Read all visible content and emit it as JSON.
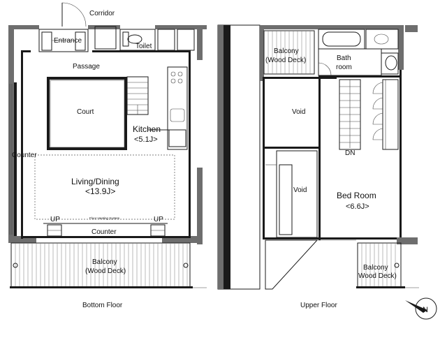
{
  "bottom_floor": {
    "caption": "Bottom Floor",
    "labels": {
      "corridor": "Corridor",
      "entrance": "Entrance",
      "toilet": "Toilet",
      "passage": "Passage",
      "court": "Court",
      "kitchen_name": "Kitchen",
      "kitchen_size": "<5.1J>",
      "counter_left": "Counter",
      "living_name": "Living/Dining",
      "living_size": "<13.9J>",
      "floor_heating": "Floor Heating System",
      "counter_bottom": "Counter",
      "up_left": "UP",
      "up_right": "UP",
      "balcony_name": "Balcony",
      "balcony_note": "(Wood Deck)"
    }
  },
  "upper_floor": {
    "caption": "Upper Floor",
    "labels": {
      "balcony_top_name": "Balcony",
      "balcony_top_note": "(Wood Deck)",
      "bath_line1": "Bath",
      "bath_line2": "room",
      "void_top": "Void",
      "dn": "DN",
      "void_bottom": "Void",
      "bedroom_name": "Bed Room",
      "bedroom_size": "<6.6J>",
      "balcony_bottom_name": "Balcony",
      "balcony_bottom_note": "Wood Deck)"
    }
  },
  "compass": {
    "letter": "N"
  }
}
